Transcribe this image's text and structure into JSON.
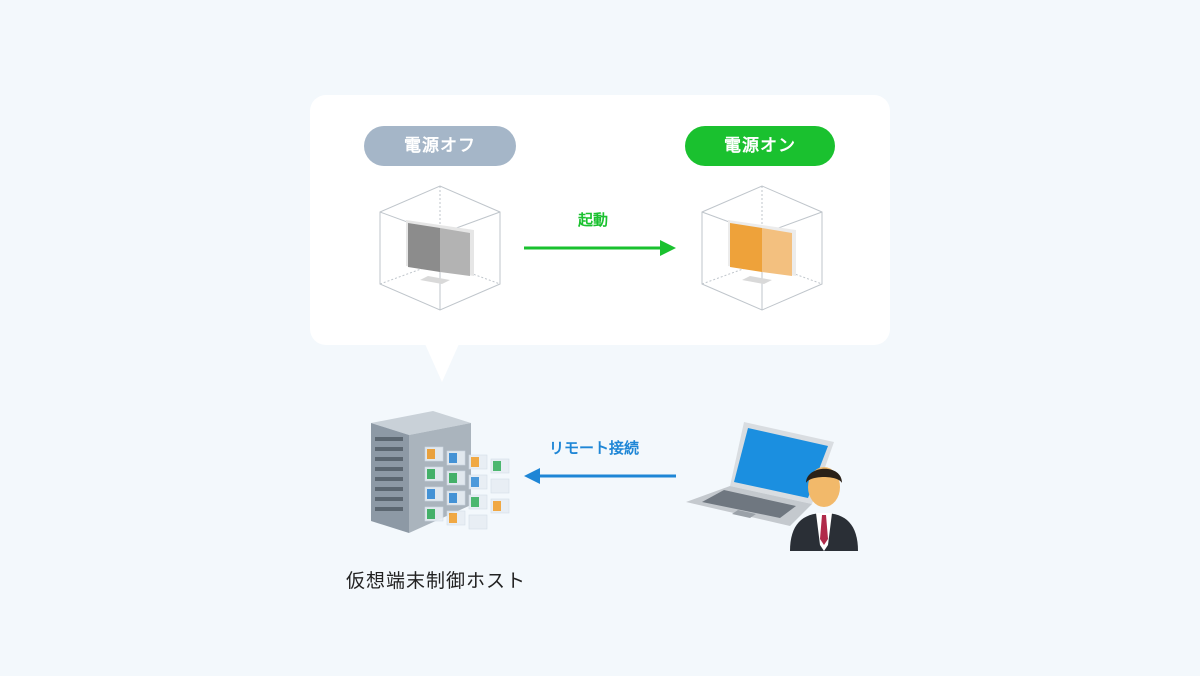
{
  "power_off": {
    "label": "電源オフ",
    "color": "#a5b6c8"
  },
  "power_on": {
    "label": "電源オン",
    "color": "#1ac12f"
  },
  "boot": {
    "label": "起動",
    "color": "#1ac12f"
  },
  "remote": {
    "label": "リモート接続",
    "color": "#1e86d6"
  },
  "host": {
    "label": "仮想端末制御ホスト"
  },
  "icons": [
    "vm-off-icon",
    "vm-on-icon",
    "server-icon",
    "laptop-icon",
    "user-icon"
  ]
}
